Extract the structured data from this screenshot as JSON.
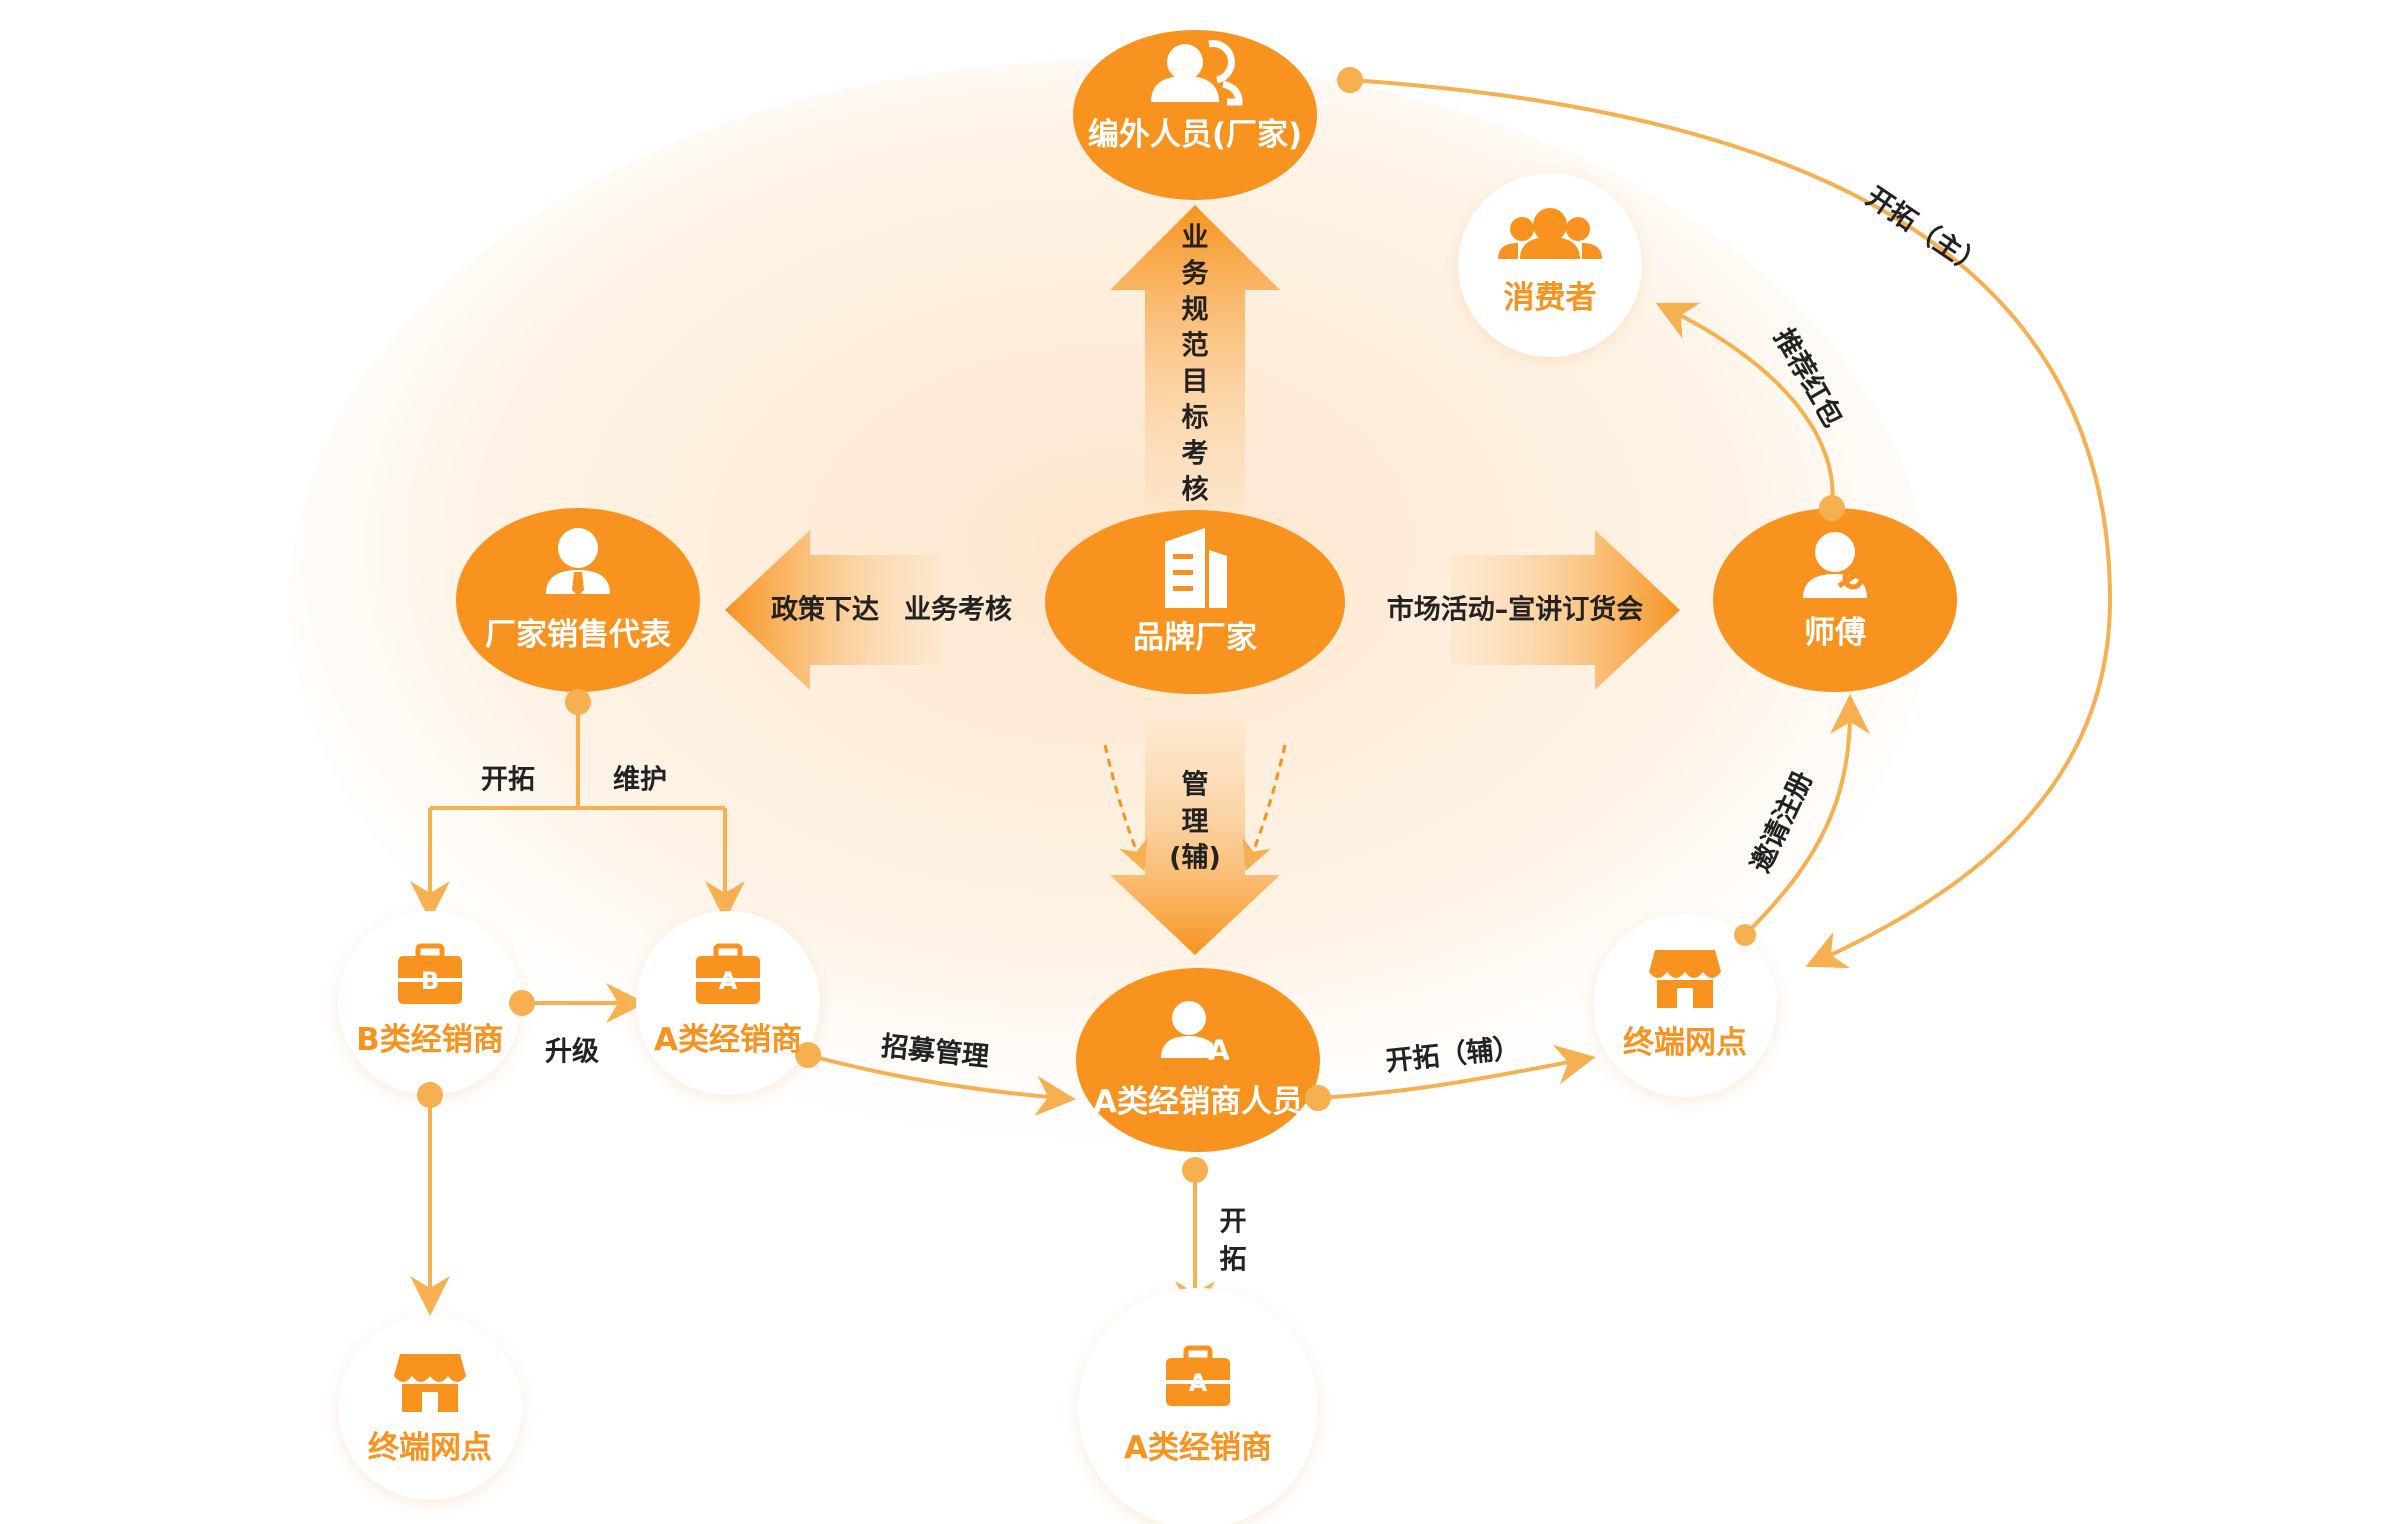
{
  "colors": {
    "accent": "#f7931e",
    "line": "#f6b04f",
    "text": "#222222",
    "glow": "#fde4c7"
  },
  "nodes": {
    "brand": "品牌厂家",
    "outside_staff": "编外人员(厂家)",
    "sales_rep": "厂家销售代表",
    "master": "师傅",
    "consumer": "消费者",
    "a_dealer_staff": "A类经销商人员",
    "b_dealer": "B类经销商",
    "a_dealer_top": "A类经销商",
    "a_dealer_bottom": "A类经销商",
    "terminal_right": "终端网点",
    "terminal_bottom": "终端网点"
  },
  "badges": {
    "b": "B",
    "a": "A"
  },
  "edges": {
    "up_chars": [
      "业",
      "务",
      "规",
      "范",
      "目",
      "标",
      "考",
      "核"
    ],
    "left_policy": "政策下达",
    "left_assess": "业务考核",
    "right_market": "市场活动–宣讲订货会",
    "down_chars": [
      "管",
      "理",
      "(辅)"
    ],
    "expand_main": "开拓（主）",
    "red_packet": "推荐红包",
    "invite_register": "邀请注册",
    "expand": "开拓",
    "maintain": "维护",
    "upgrade": "升级",
    "recruit_manage": "招募管理",
    "expand_aux": "开拓（辅）",
    "expand_down_chars": [
      "开",
      "拓"
    ]
  },
  "icons": {
    "outside_staff": "people-icon",
    "consumer": "group-icon",
    "sales_rep": "businessman-icon",
    "brand": "building-icon",
    "master": "worker-icon",
    "b_dealer": "briefcase-icon",
    "a_dealer": "briefcase-icon",
    "a_dealer_staff": "person-a-icon",
    "terminal": "shop-icon"
  }
}
